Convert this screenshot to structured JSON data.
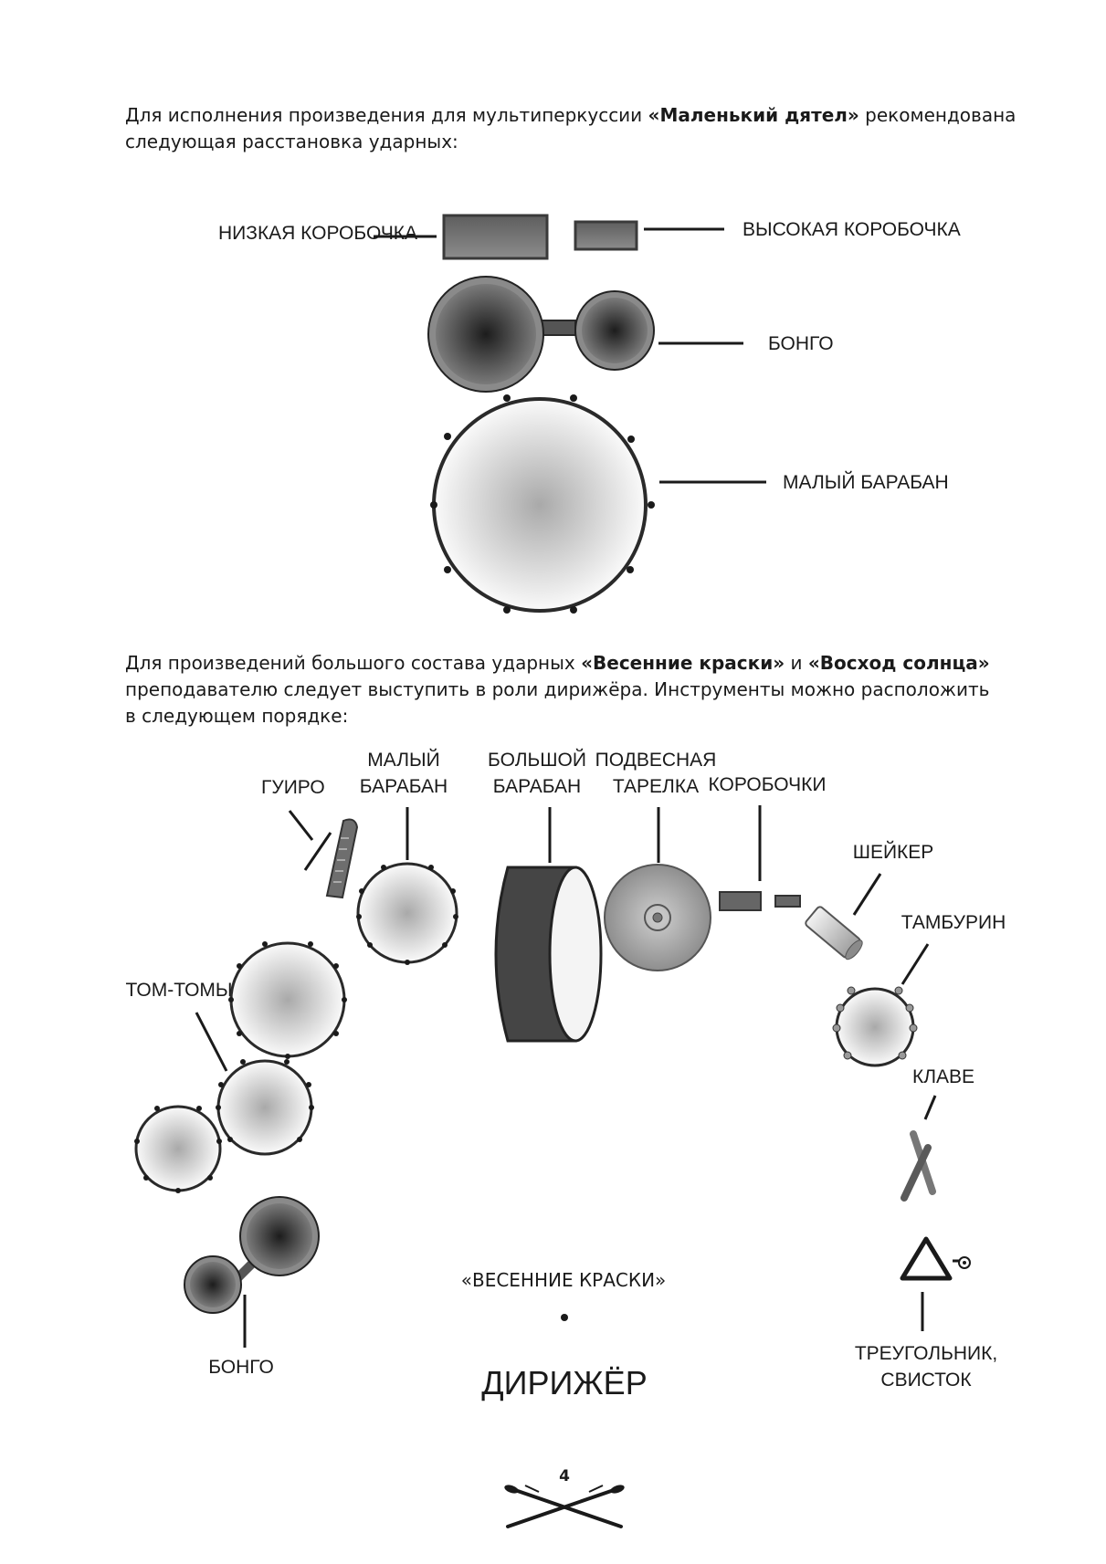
{
  "intro1": {
    "text_a": "Для исполнения произведения для мультиперкуссии ",
    "bold_a": "«Маленький дятел»",
    "text_b": " рекомендована",
    "line2": "следующая расстановка ударных:"
  },
  "diagram1": {
    "low_box": "НИЗКАЯ КОРОБОЧКА",
    "high_box": "ВЫСОКАЯ КОРОБОЧКА",
    "bongo": "БОНГО",
    "snare": "МАЛЫЙ БАРАБАН"
  },
  "intro2": {
    "text_a": "Для произведений большого состава ударных ",
    "bold_a": "«Весенние краски»",
    "text_b": " и ",
    "bold_b": "«Восход солнца»",
    "line2": "преподавателю следует выступить в роли дирижёра. Инструменты можно расположить",
    "line3": "в следующем порядке:"
  },
  "diagram2": {
    "guiro": "ГУИРО",
    "snare_l1": "МАЛЫЙ",
    "snare_l2": "БАРАБАН",
    "bass_l1": "БОЛЬШОЙ",
    "bass_l2": "БАРАБАН",
    "cymbal_l1": "ПОДВЕСНАЯ",
    "cymbal_l2": "ТАРЕЛКА",
    "boxes": "КОРОБОЧКИ",
    "shaker": "ШЕЙКЕР",
    "tambourine": "ТАМБУРИН",
    "toms": "ТОМ-ТОМЫ",
    "claves": "КЛАВЕ",
    "bongo": "БОНГО",
    "piece_title": "«ВЕСЕННИЕ КРАСКИ»",
    "conductor": "ДИРИЖЁР",
    "triangle_l1": "ТРЕУГОЛЬНИК,",
    "triangle_l2": "СВИСТОК"
  },
  "footer": {
    "page_number": "4"
  }
}
